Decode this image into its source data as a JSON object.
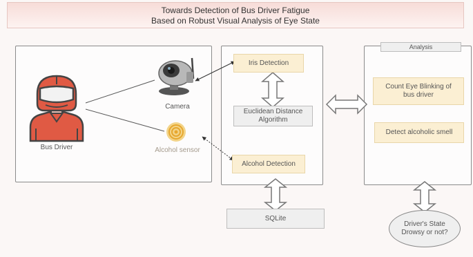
{
  "title": {
    "line1": "Towards Detection of Bus Driver Fatigue",
    "line2": "Based on Robust Visual Analysis of Eye State"
  },
  "driver": {
    "label": "Bus Driver",
    "icon": "driver-helmet-icon"
  },
  "camera": {
    "label": "Camera",
    "icon": "camera-icon"
  },
  "alcohol_sensor": {
    "label": "Alcohol sensor",
    "icon": "sensor-icon"
  },
  "processing": {
    "iris_detection": "Iris Detection",
    "euclidean_line1": "Euclidean Distance",
    "euclidean_line2": "Algorithm",
    "alcohol_detection": "Alcohol Detection"
  },
  "database": {
    "label": "SQLite"
  },
  "analysis": {
    "title": "Analysis",
    "blink_line1": "Count Eye Blinking of",
    "blink_line2": "bus driver",
    "alcohol_smell": "Detect alcoholic smell"
  },
  "state": {
    "line1": "Driver's State",
    "line2": "Drowsy or not?"
  },
  "colors": {
    "helmet_red": "#e05a44",
    "visor": "#f2f2f2",
    "box_yellow": "#fbefd3",
    "box_gray": "#efefef",
    "sensor_orange": "#e6a72e"
  }
}
